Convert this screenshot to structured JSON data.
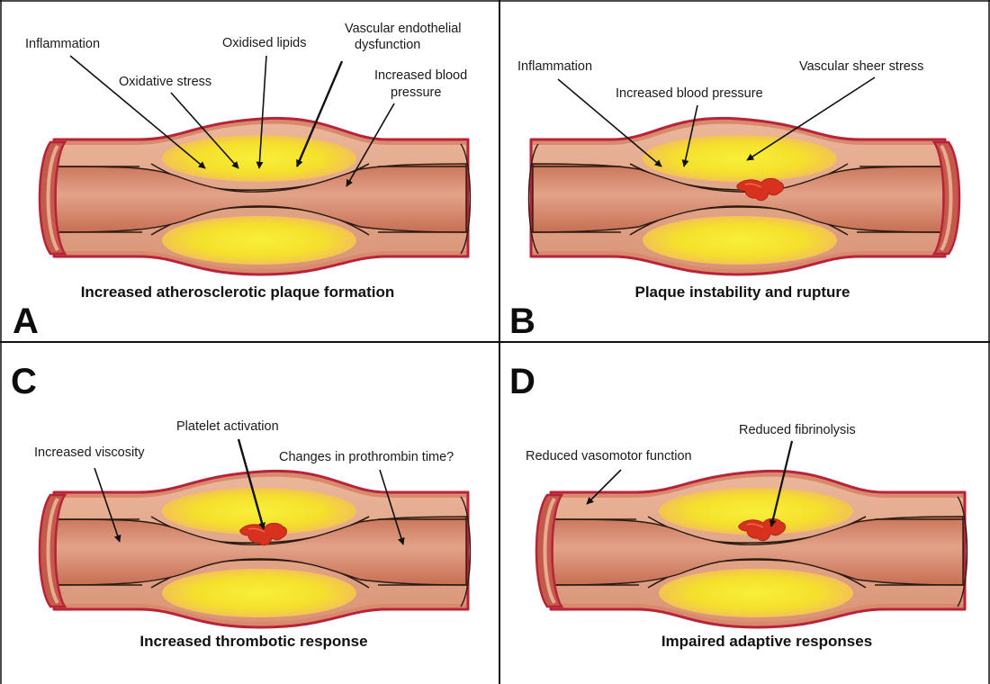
{
  "panels": [
    {
      "letter": "A",
      "caption": "Increased atherosclerotic plaque formation",
      "labels": [
        {
          "line1": "Inflammation",
          "line2": ""
        },
        {
          "line1": "Oxidative stress",
          "line2": ""
        },
        {
          "line1": "Oxidised lipids",
          "line2": ""
        },
        {
          "line1": "Vascular endothelial",
          "line2": "dysfunction"
        },
        {
          "line1": "Increased blood",
          "line2": "pressure"
        }
      ]
    },
    {
      "letter": "B",
      "caption": "Plaque instability and rupture",
      "labels": [
        {
          "line1": "Inflammation",
          "line2": ""
        },
        {
          "line1": "Increased blood pressure",
          "line2": ""
        },
        {
          "line1": "Vascular sheer stress",
          "line2": ""
        }
      ]
    },
    {
      "letter": "C",
      "caption": "Increased thrombotic response",
      "labels": [
        {
          "line1": "Increased viscosity",
          "line2": ""
        },
        {
          "line1": "Platelet activation",
          "line2": ""
        },
        {
          "line1": "Changes in prothrombin time?",
          "line2": ""
        }
      ]
    },
    {
      "letter": "D",
      "caption": "Impaired adaptive responses",
      "labels": [
        {
          "line1": "Reduced vasomotor function",
          "line2": ""
        },
        {
          "line1": "Reduced fibrinolysis",
          "line2": ""
        }
      ]
    }
  ],
  "colors": {
    "vessel_wall": "#e0a586",
    "vessel_lumen": "#d88a6c",
    "vessel_outline": "#b9233a",
    "plaque_core": "#f5e52a",
    "plaque_edge": "#f3b86b",
    "clot": "#d8321e",
    "divider": "#111111"
  }
}
